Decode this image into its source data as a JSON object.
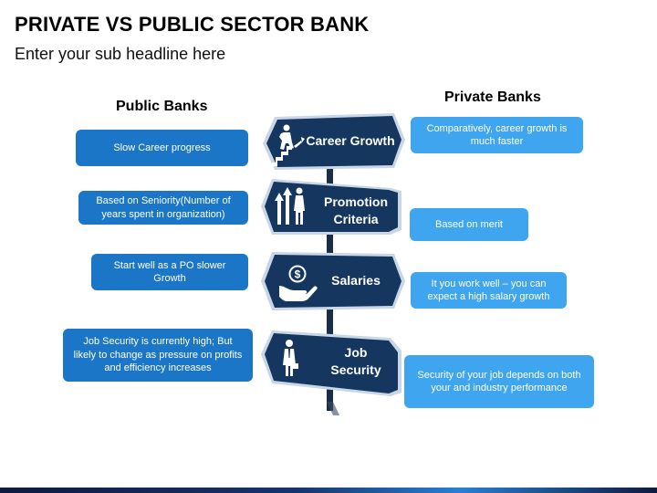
{
  "title": "PRIVATE VS PUBLIC SECTOR BANK",
  "subtitle": "Enter your sub headline here",
  "columns": {
    "public": "Public Banks",
    "private": "Private Banks"
  },
  "signs": [
    {
      "label": "Career Growth",
      "icon": "stairs-climber-icon"
    },
    {
      "label": "Promotion\nCriteria",
      "icon": "growth-arrows-person-icon"
    },
    {
      "label": "Salaries",
      "icon": "money-hand-icon"
    },
    {
      "label": "Job\nSecurity",
      "icon": "businessman-icon"
    }
  ],
  "public_items": [
    "Slow Career progress",
    "Based on Seniority(Number of years spent in organization)",
    "Start well as a PO slower Growth",
    "Job Security is currently high; But likely to change as pressure on profits and efficiency increases"
  ],
  "private_items": [
    "Comparatively, career growth is much faster",
    "Based on merit",
    "It you work well – you can expect a high salary growth",
    "Security of your job depends on both your and industry performance"
  ],
  "colors": {
    "sign": "#14365f",
    "sign_border": "#c9d6e6",
    "post": "#1a2e4a",
    "public_box": "#1c76c8",
    "private_box": "#3fa5ee"
  }
}
